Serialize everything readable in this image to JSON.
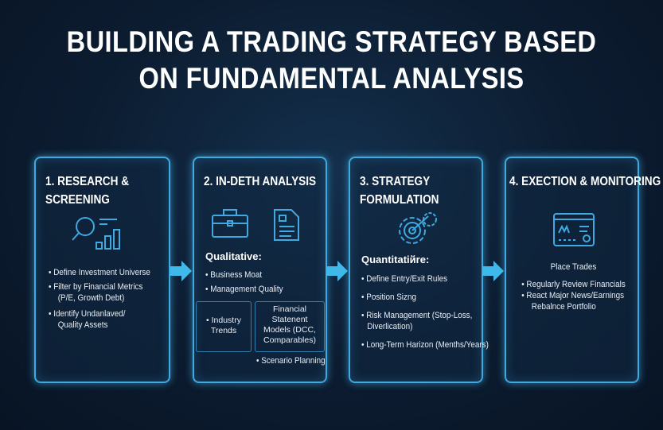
{
  "title": {
    "line1": "BUILDING A TRADING STRATEGY BASED",
    "line2": "ON FUNDAMENTAL ANALYSIS"
  },
  "colors": {
    "accent": "#3fa9e0",
    "background": "#0c1c30"
  },
  "steps": [
    {
      "title1": "1. RESEARCH &",
      "title2": "SCREENING",
      "icon": "magnifier-chart-icon",
      "items": [
        "Define Investment Universe",
        "Filter by Financial Metrics",
        "(P/E, Growth Debt)",
        "Identify Undanlaved/",
        "Quality Assets"
      ]
    },
    {
      "title1": "2. IN-DETH ANALYSIS",
      "icons": [
        "briefcase-icon",
        "document-icon"
      ],
      "subheading": "Qualitative:",
      "items": [
        "Business Moat",
        "Management Quality"
      ],
      "box_left": [
        "Industry",
        "Trends"
      ],
      "box_right": [
        "Financial Statenent",
        "Models (DCC,",
        "Comparables)"
      ],
      "extra": "Scenario Planning"
    },
    {
      "title1": "3. STRATEGY",
      "title2": "FORMULATION",
      "icon": "gear-target-icon",
      "subheading": "Quantitatiйre:",
      "items": [
        "Define Entry/Exit Rules",
        "Position Sizng",
        "Risk Management (Stop-Loss,",
        "Diverlication)",
        "Long-Term Harizon (Menths/Years)"
      ]
    },
    {
      "title1": "4. EXECTION & MONITORING",
      "icon": "dashboard-icon",
      "items": [
        "Place Trades",
        "Regularly Review Financials",
        "React Major News/Earnings",
        "Rebalnce Portfolio"
      ]
    }
  ]
}
